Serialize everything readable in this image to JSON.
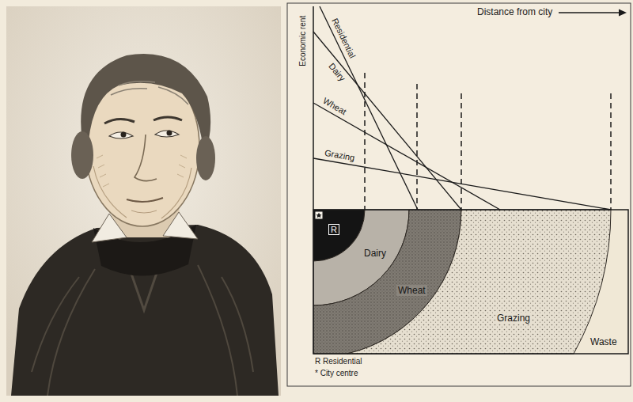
{
  "diagram": {
    "nodes": [
      {
        "text": [
          "Waste"
        ]
      },
      {
        "text": [
          "R"
        ],
        "in": 0
      },
      {
        "text": [
          "Dairy"
        ],
        "in": 0
      },
      {
        "text": [
          "Wheat"
        ],
        "in": 0
      },
      {
        "text": [
          "Grazing"
        ],
        "in": 0
      }
    ],
    "labels": [
      "Economic rent",
      "Distance from city",
      "Residential",
      "Dairy",
      "Wheat",
      "Grazing",
      "R Residential",
      "* City centre"
    ]
  }
}
